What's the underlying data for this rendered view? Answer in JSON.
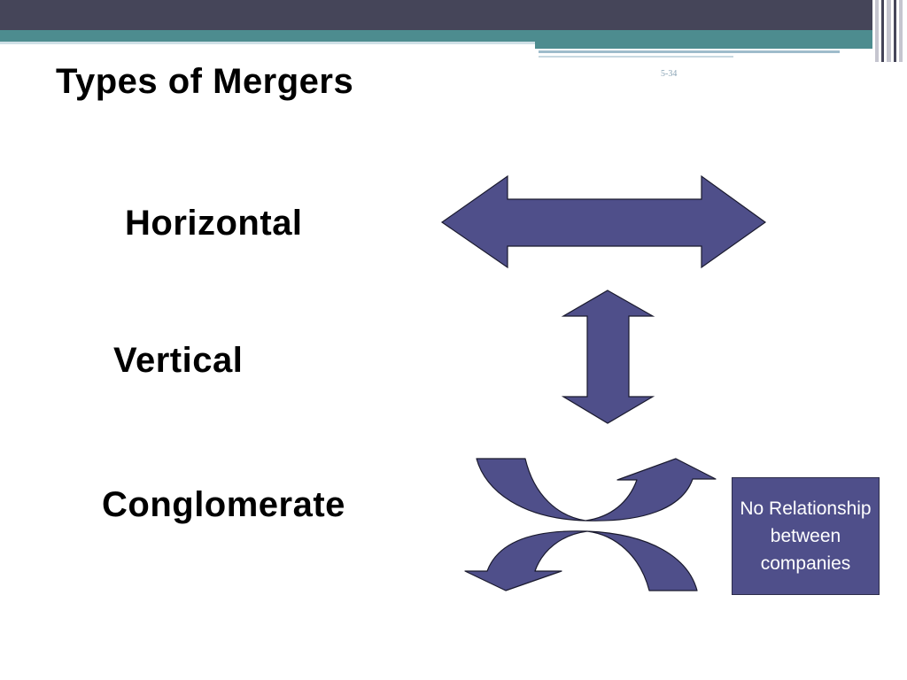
{
  "slide": {
    "title": "Types of Mergers",
    "slide_number": "5-34"
  },
  "merger_types": {
    "horizontal": "Horizontal",
    "vertical": "Vertical",
    "conglomerate": "Conglomerate"
  },
  "note_box": {
    "text": "No Relationship between companies"
  },
  "colors": {
    "arrow_fill": "#4f4f8a",
    "arrow_stroke": "#1a1a2e",
    "banner_dark": "#454559",
    "banner_teal": "#4d8c8f"
  },
  "icons": {
    "horizontal": "double-headed-horizontal-arrow-icon",
    "vertical": "double-headed-vertical-arrow-icon",
    "conglomerate": "crossing-curved-arrows-icon"
  }
}
